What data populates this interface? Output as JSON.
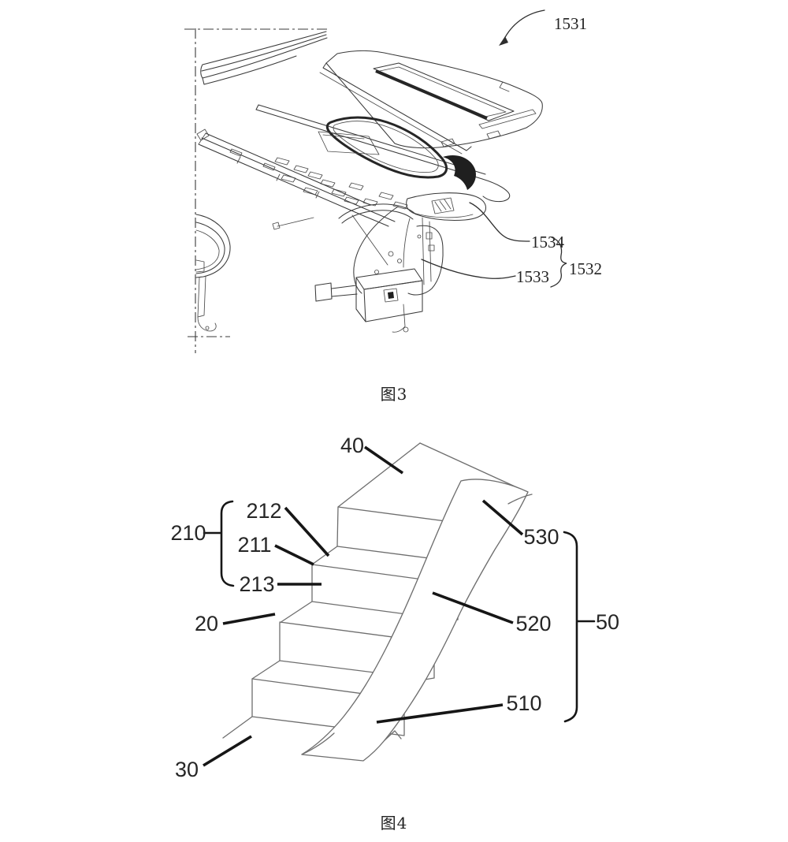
{
  "figure3": {
    "caption": "图3",
    "labels": [
      {
        "id": "1531",
        "text": "1531"
      },
      {
        "id": "1534",
        "text": "1534"
      },
      {
        "id": "1533",
        "text": "1533"
      },
      {
        "id": "1532",
        "text": "1532"
      }
    ]
  },
  "figure4": {
    "caption": "图4",
    "labels": [
      {
        "id": "40",
        "text": "40"
      },
      {
        "id": "210",
        "text": "210"
      },
      {
        "id": "212",
        "text": "212"
      },
      {
        "id": "211",
        "text": "211"
      },
      {
        "id": "213",
        "text": "213"
      },
      {
        "id": "20",
        "text": "20"
      },
      {
        "id": "30",
        "text": "30"
      },
      {
        "id": "530",
        "text": "530"
      },
      {
        "id": "520",
        "text": "520"
      },
      {
        "id": "510",
        "text": "510"
      },
      {
        "id": "50",
        "text": "50"
      }
    ]
  },
  "colors": {
    "line": "#3a3a3a",
    "leader": "#161616",
    "background": "#ffffff"
  }
}
